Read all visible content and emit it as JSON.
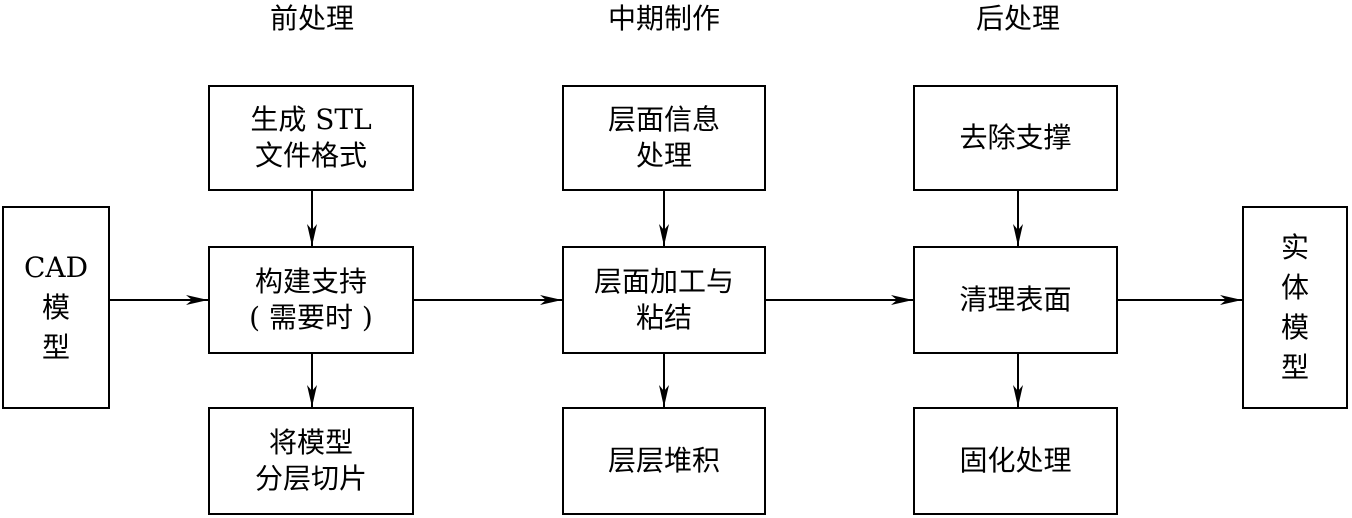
{
  "stages": {
    "pre": "前处理",
    "mid": "中期制作",
    "post": "后处理"
  },
  "boxes": {
    "cad": [
      "CAD",
      "模",
      "型"
    ],
    "stl": [
      "生成 STL",
      "文件格式"
    ],
    "support": [
      "构建支持",
      "( 需要时 )"
    ],
    "slice": [
      "将模型",
      "分层切片"
    ],
    "layer_info": [
      "层面信息",
      "处理"
    ],
    "layer_process": [
      "层面加工与",
      "粘结"
    ],
    "stack": [
      "层层堆积"
    ],
    "remove_support": [
      "去除支撑"
    ],
    "clean_surface": [
      "清理表面"
    ],
    "cure": [
      "固化处理"
    ],
    "solid": [
      "实",
      "体",
      "模",
      "型"
    ]
  },
  "colors": {
    "line": "#000000",
    "background": "#ffffff"
  }
}
